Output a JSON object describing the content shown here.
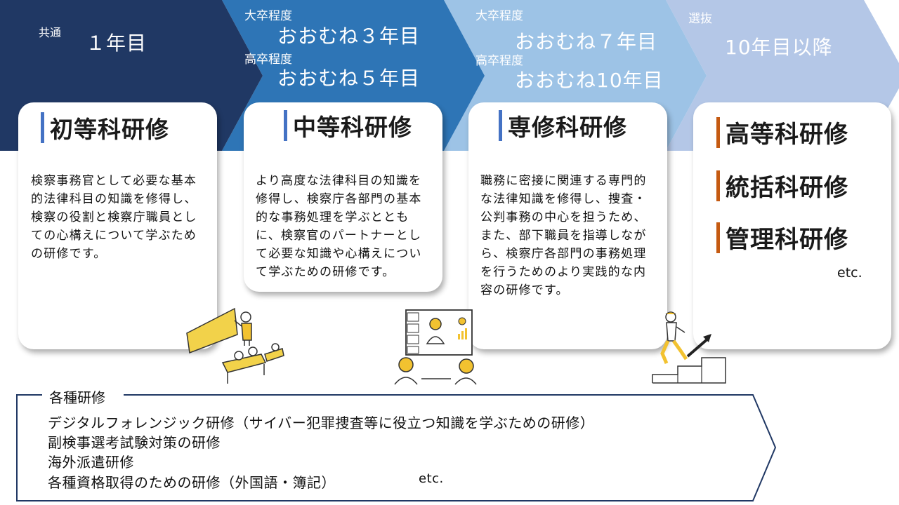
{
  "stages": [
    {
      "small_1": "共通",
      "big_1": "１年目"
    },
    {
      "small_1": "大卒程度",
      "big_1": "おおむね３年目",
      "small_2": "高卒程度",
      "big_2": "おおむね５年目"
    },
    {
      "small_1": "大卒程度",
      "big_1": "おおむね７年目",
      "small_2": "高卒程度",
      "big_2": "おおむね10年目"
    },
    {
      "small_1": "選抜",
      "big_1": "10年目以降"
    }
  ],
  "cards": [
    {
      "title": "初等科研修",
      "desc": "検察事務官として必要な基本的法律科目の知識を修得し、検察の役割と検察庁職員としての心構えについて学ぶための研修です。"
    },
    {
      "title": "中等科研修",
      "desc": "より高度な法律科目の知識を修得し、検察庁各部門の基本的な事務処理を学ぶとともに、検察官のパートナーとして必要な知識や心構えについて学ぶための研修です。"
    },
    {
      "title": "専修科研修",
      "desc": "職務に密接に関連する専門的な法律知識を修得し、捜査・公判事務の中心を担うため、また、部下職員を指導しながら、検察庁各部門の事務処理を行うためのより実践的な内容の研修です。"
    }
  ],
  "advanced": {
    "items": [
      "高等科研修",
      "統括科研修",
      "管理科研修"
    ],
    "etc": "etc."
  },
  "misc": {
    "heading": "各種研修",
    "items": [
      "デジタルフォレンジック研修（サイバー犯罪捜査等に役立つ知識を学ぶための研修）",
      "副検事選考試験対策の研修",
      "海外派遣研修",
      "各種資格取得のための研修（外国語・簿記）"
    ],
    "etc": "etc."
  },
  "colors": {
    "stage_1": "#203864",
    "stage_2": "#2e75b6",
    "stage_3": "#9dc3e6",
    "stage_4": "#b4c7e7",
    "accent_blue": "#4472c4",
    "accent_orange": "#c55a11",
    "frame": "#203864"
  },
  "icons": [
    "teacher-classroom-illustration",
    "video-conference-illustration",
    "climbing-stairs-illustration"
  ]
}
